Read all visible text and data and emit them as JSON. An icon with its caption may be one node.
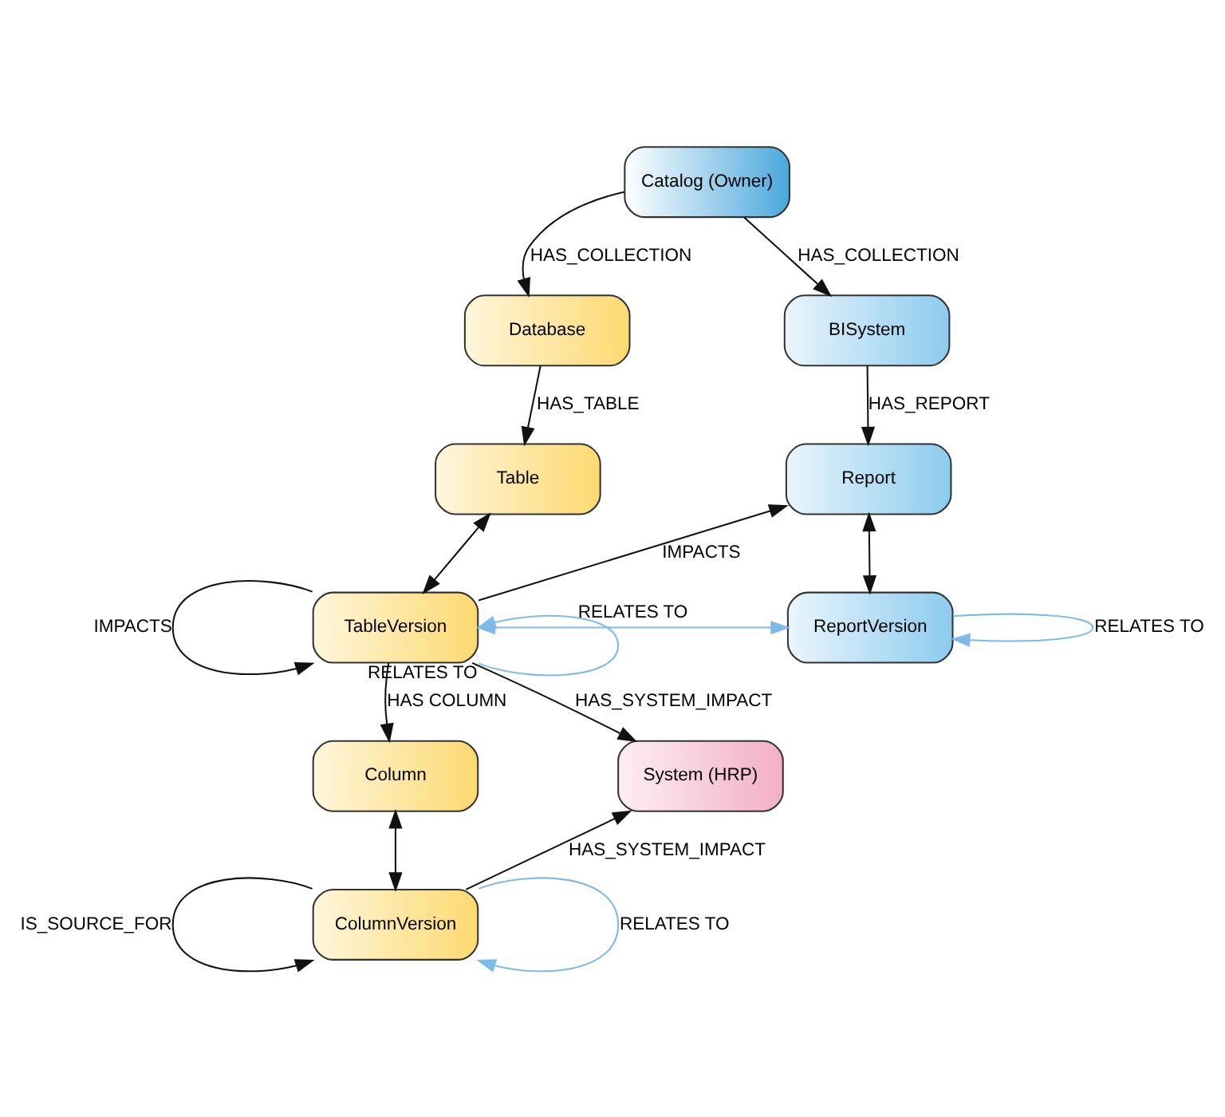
{
  "diagram": {
    "nodes": [
      {
        "text": [
          "Catalog (Owner)"
        ]
      },
      {
        "text": [
          "Database"
        ]
      },
      {
        "text": [
          "BISystem"
        ]
      },
      {
        "text": [
          "Table"
        ]
      },
      {
        "text": [
          "Report"
        ]
      },
      {
        "text": [
          "TableVersion"
        ]
      },
      {
        "text": [
          "ReportVersion"
        ]
      },
      {
        "text": [
          "Column"
        ]
      },
      {
        "text": [
          "System (HRP)"
        ]
      },
      {
        "text": [
          "ColumnVersion"
        ]
      }
    ],
    "edges": [
      {
        "from": 0,
        "to": 1,
        "arrow": "to",
        "label": "HAS_COLLECTION"
      },
      {
        "from": 0,
        "to": 2,
        "arrow": "to",
        "label": "HAS_COLLECTION"
      },
      {
        "from": 1,
        "to": 3,
        "arrow": "to",
        "label": "HAS_TABLE"
      },
      {
        "from": 2,
        "to": 4,
        "arrow": "to",
        "label": "HAS_REPORT"
      },
      {
        "from": 5,
        "to": 4,
        "arrow": "to",
        "label": "IMPACTS"
      },
      {
        "from": 3,
        "to": 5,
        "arrow": "both"
      },
      {
        "from": 4,
        "to": 6,
        "arrow": "both"
      },
      {
        "from": 6,
        "to": 5,
        "arrow": "both",
        "label": "RELATES TO",
        "color": "#7fbbe8"
      },
      {
        "from": 6,
        "to": 6,
        "arrow": "to",
        "label": "RELATES TO",
        "color": "#7fbbe8"
      },
      {
        "from": 5,
        "to": 5,
        "arrow": "to",
        "label": "IMPACTS"
      },
      {
        "from": 5,
        "to": 5,
        "arrow": "to",
        "label": "RELATES TO",
        "color": "#7fbbe8"
      },
      {
        "from": 5,
        "to": 7,
        "arrow": "to",
        "label": "HAS COLUMN"
      },
      {
        "from": 5,
        "to": 8,
        "arrow": "to",
        "label": "HAS_SYSTEM_IMPACT"
      },
      {
        "from": 7,
        "to": 9,
        "arrow": "both"
      },
      {
        "from": 9,
        "to": 8,
        "arrow": "to",
        "label": "HAS_SYSTEM_IMPACT"
      },
      {
        "from": 9,
        "to": 9,
        "arrow": "to",
        "label": "RELATES TO",
        "color": "#7fbbe8"
      },
      {
        "from": 9,
        "to": 9,
        "arrow": "to",
        "label": "IS_SOURCE_FOR"
      }
    ]
  }
}
